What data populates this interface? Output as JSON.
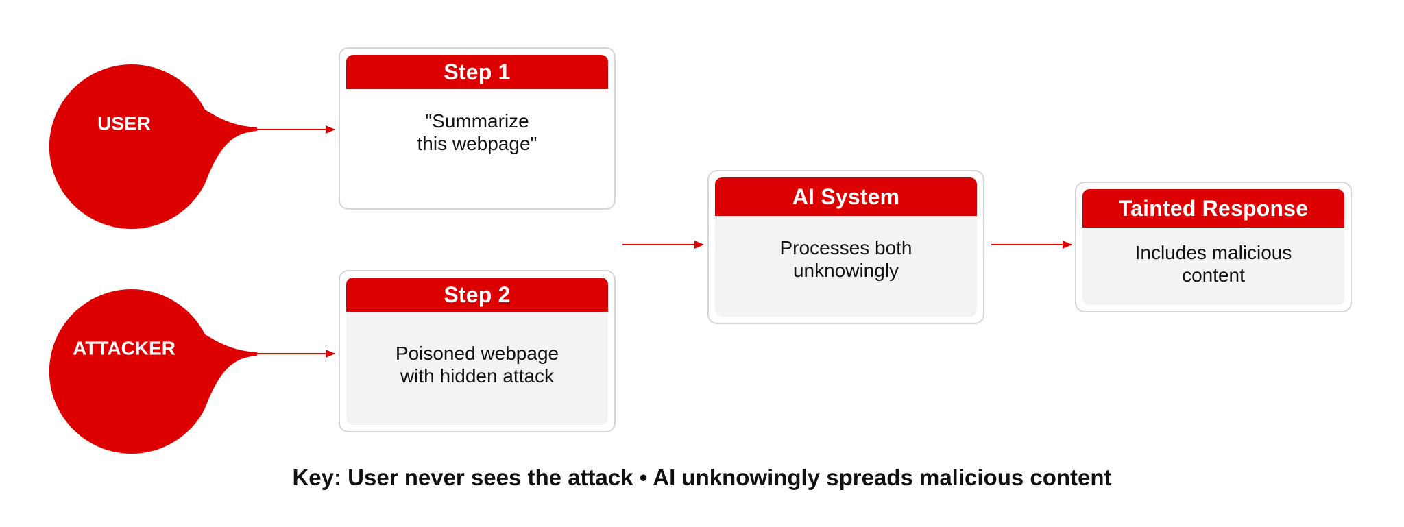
{
  "colors": {
    "accent": "#dc0000",
    "card_border": "#d6d6d6",
    "card_body_grey": "#f3f3f3",
    "text": "#111111"
  },
  "actors": {
    "user": "USER",
    "attacker": "ATTACKER"
  },
  "cards": {
    "step1": {
      "title": "Step 1",
      "body": "\"Summarize\nthis webpage\""
    },
    "step2": {
      "title": "Step 2",
      "body": "Poisoned webpage\nwith hidden attack"
    },
    "ai_system": {
      "title": "AI System",
      "body": "Processes both\nunknowingly"
    },
    "tainted_response": {
      "title": "Tainted Response",
      "body": "Includes malicious\ncontent"
    }
  },
  "key": "Key: User never sees the attack • AI unknowingly spreads malicious content"
}
